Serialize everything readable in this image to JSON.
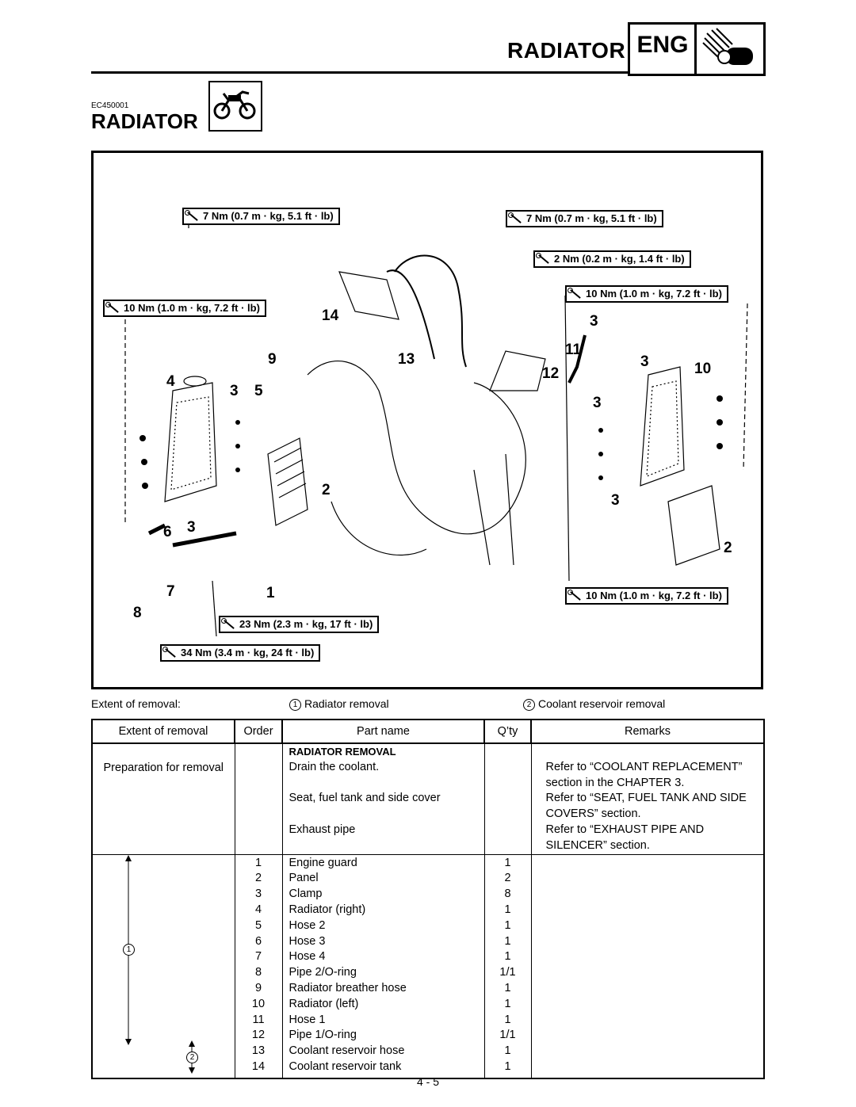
{
  "header": {
    "section": "RADIATOR",
    "badge": "ENG",
    "badge_icon": "engine-icon"
  },
  "doc_code": "EC450001",
  "title": "RADIATOR",
  "title_icon": "motorcycle-icon",
  "diagram": {
    "torque_labels": [
      "7 Nm (0.7 m · kg, 5.1 ft · lb)",
      "7 Nm (0.7 m · kg, 5.1 ft · lb)",
      "2 Nm (0.2 m · kg, 1.4 ft · lb)",
      "10 Nm (1.0 m · kg, 7.2 ft · lb)",
      "10 Nm (1.0 m · kg, 7.2 ft · lb)",
      "10 Nm (1.0 m · kg, 7.2 ft · lb)",
      "23 Nm (2.3 m · kg, 17 ft · lb)",
      "34 Nm (3.4 m · kg, 24 ft · lb)"
    ],
    "callouts": [
      "14",
      "9",
      "13",
      "4",
      "3",
      "5",
      "2",
      "6",
      "3",
      "7",
      "1",
      "8",
      "3",
      "11",
      "3",
      "10",
      "12",
      "3",
      "3",
      "2"
    ]
  },
  "extent": {
    "label": "Extent of removal:",
    "items": [
      {
        "num": "1",
        "text": "Radiator removal"
      },
      {
        "num": "2",
        "text": "Coolant reservoir removal"
      }
    ]
  },
  "table": {
    "headers": [
      "Extent of removal",
      "Order",
      "Part name",
      "Q’ty",
      "Remarks"
    ],
    "section_title": "RADIATOR REMOVAL",
    "prep": {
      "extent": "Preparation for removal",
      "rows": [
        {
          "part": "Drain the coolant.",
          "remarks": [
            "Refer to “COOLANT REPLACEMENT”",
            "section in the CHAPTER 3."
          ]
        },
        {
          "part": "Seat, fuel tank and side cover",
          "remarks": [
            "Refer to “SEAT, FUEL TANK AND SIDE",
            "COVERS” section."
          ]
        },
        {
          "part": "Exhaust pipe",
          "remarks": [
            "Refer to “EXHAUST PIPE AND",
            "SILENCER” section."
          ]
        }
      ]
    },
    "extent_markers": [
      "1",
      "2"
    ],
    "rows": [
      {
        "order": "1",
        "part": "Engine guard",
        "qty": "1"
      },
      {
        "order": "2",
        "part": "Panel",
        "qty": "2"
      },
      {
        "order": "3",
        "part": "Clamp",
        "qty": "8"
      },
      {
        "order": "4",
        "part": "Radiator (right)",
        "qty": "1"
      },
      {
        "order": "5",
        "part": "Hose 2",
        "qty": "1"
      },
      {
        "order": "6",
        "part": "Hose 3",
        "qty": "1"
      },
      {
        "order": "7",
        "part": "Hose 4",
        "qty": "1"
      },
      {
        "order": "8",
        "part": "Pipe 2/O-ring",
        "qty": "1/1"
      },
      {
        "order": "9",
        "part": "Radiator breather hose",
        "qty": "1"
      },
      {
        "order": "10",
        "part": "Radiator (left)",
        "qty": "1"
      },
      {
        "order": "11",
        "part": "Hose 1",
        "qty": "1"
      },
      {
        "order": "12",
        "part": "Pipe 1/O-ring",
        "qty": "1/1"
      },
      {
        "order": "13",
        "part": "Coolant reservoir hose",
        "qty": "1"
      },
      {
        "order": "14",
        "part": "Coolant reservoir tank",
        "qty": "1"
      }
    ]
  },
  "page_number": "4 - 5"
}
